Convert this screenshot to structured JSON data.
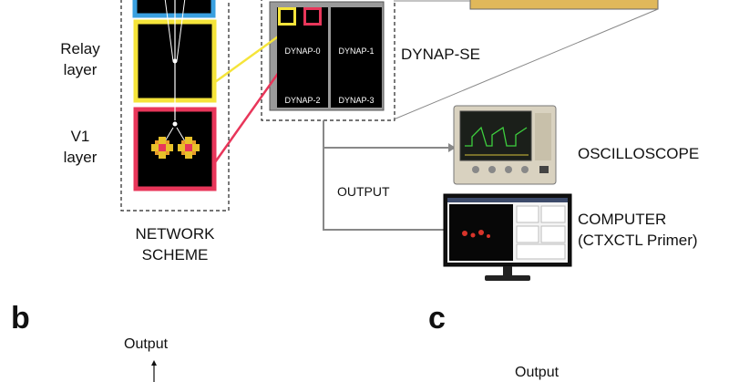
{
  "network": {
    "relay_label": [
      "Relay",
      "layer"
    ],
    "v1_label": [
      "V1",
      "layer"
    ],
    "scheme_label": [
      "NETWORK",
      "SCHEME"
    ]
  },
  "dynap": {
    "title": "DYNAP-SE",
    "cores": [
      "DYNAP-0",
      "DYNAP-1",
      "DYNAP-2",
      "DYNAP-3"
    ]
  },
  "outputs": {
    "output_label": "OUTPUT",
    "oscilloscope_label": "OSCILLOSCOPE",
    "computer_label": [
      "COMPUTER",
      "(CTXCTL Primer)"
    ]
  },
  "panels": {
    "b_letter": "b",
    "c_letter": "c",
    "b_output": "Output",
    "c_output": "Output"
  },
  "colors": {
    "retina_blue": "#3aa0e0",
    "relay_yellow": "#f5e43a",
    "v1_red": "#e8365a",
    "chip_gray": "#9a9a9a"
  }
}
